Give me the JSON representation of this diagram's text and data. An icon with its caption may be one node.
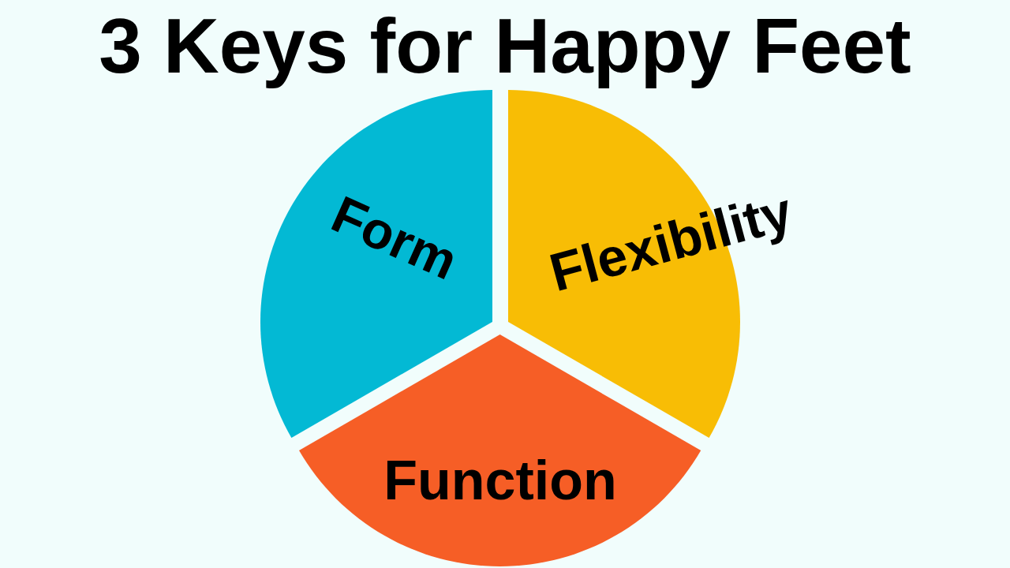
{
  "diagram": {
    "title": "3 Keys for Happy Feet",
    "nodes": [
      {
        "text": [
          "Form"
        ]
      },
      {
        "text": [
          "Flexibility"
        ]
      },
      {
        "text": [
          "Function"
        ]
      }
    ]
  }
}
